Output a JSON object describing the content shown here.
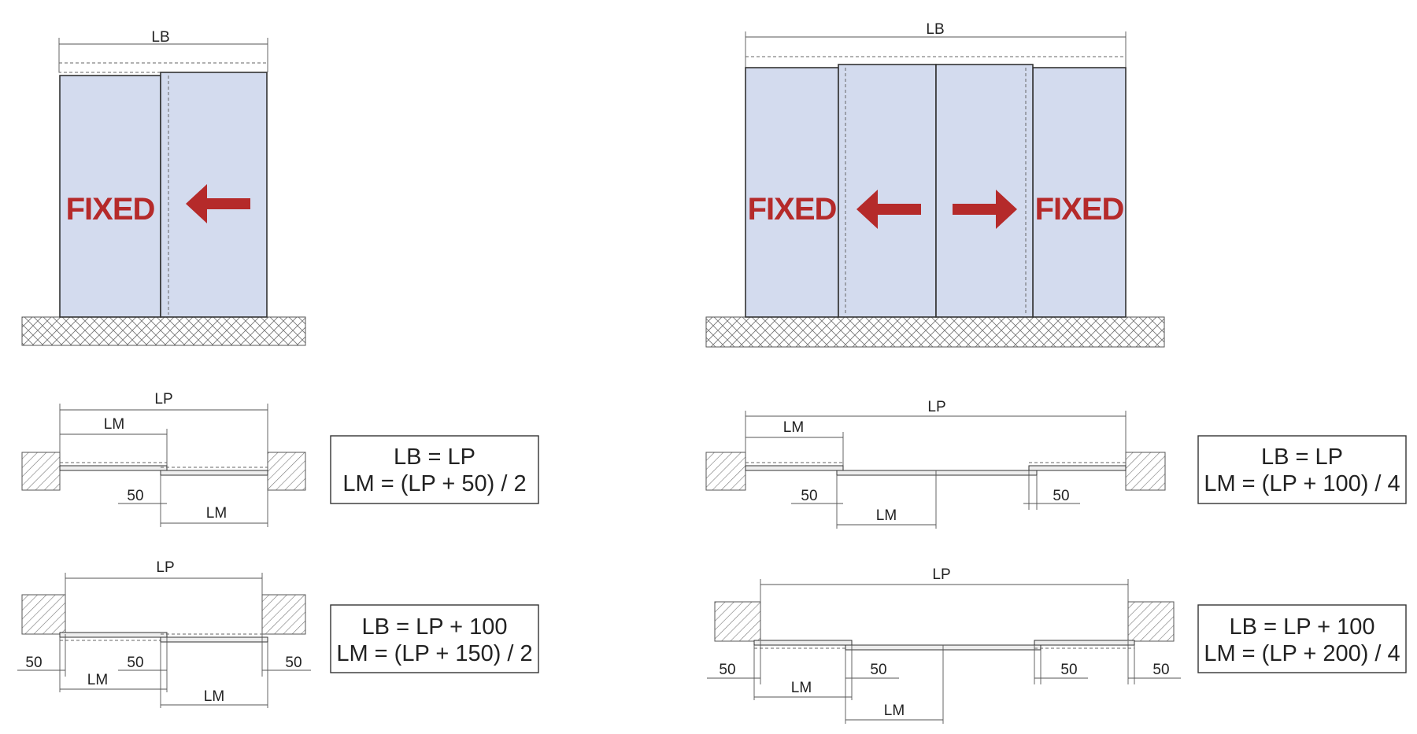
{
  "labels": {
    "lb": "LB",
    "lp": "LP",
    "lm": "LM",
    "fixed": "FIXED",
    "fifty": "50"
  },
  "formulas": {
    "single_flush": {
      "line1": "LB = LP",
      "line2": "LM = (LP + 50) / 2"
    },
    "single_overlap": {
      "line1": "LB = LP + 100",
      "line2": "LM = (LP + 150) / 2"
    },
    "double_flush": {
      "line1": "LB = LP",
      "line2": "LM = (LP + 100) / 4"
    },
    "double_overlap": {
      "line1": "LB = LP + 100",
      "line2": "LM = (LP + 200) / 4"
    }
  },
  "colors": {
    "panel_fill": "#d3dbee",
    "fixed_text": "#b52a2a",
    "arrow": "#b52a2a"
  },
  "icons": [
    "arrow-left-icon",
    "arrow-right-icon"
  ]
}
